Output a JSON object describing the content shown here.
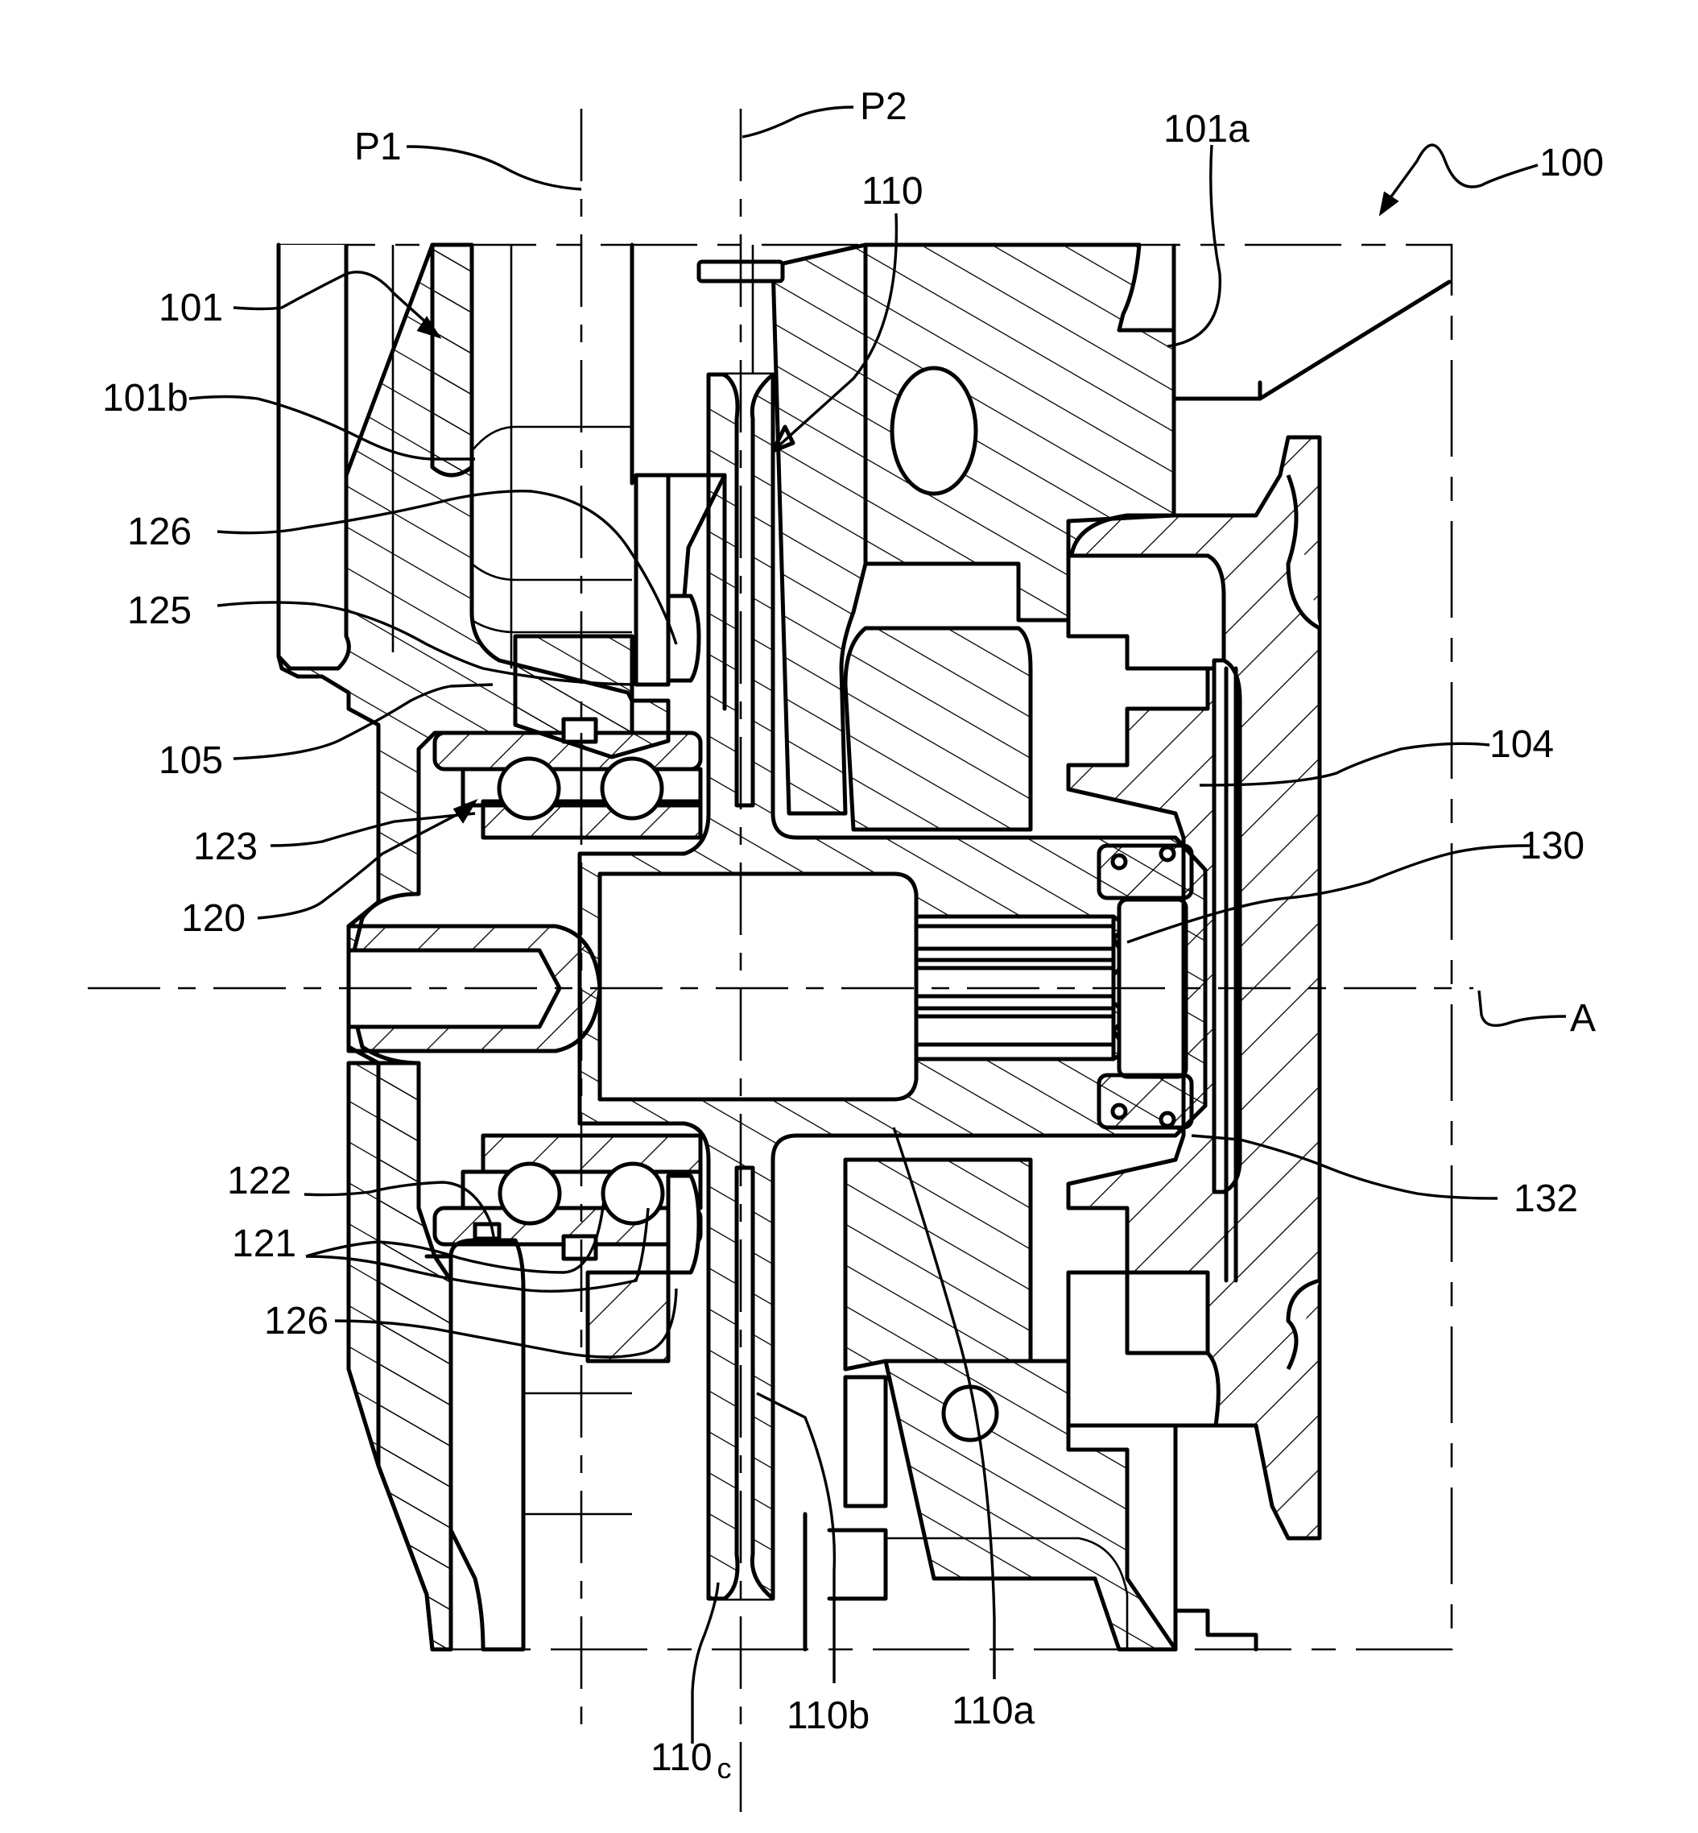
{
  "figure": {
    "type": "cross-section mechanical drawing",
    "subject": "rotor / shaft assembly with bearing"
  },
  "reference_labels": {
    "p1": "P1",
    "p2": "P2",
    "n110": "110",
    "n101a": "101a",
    "n100": "100",
    "n101": "101",
    "n101b": "101b",
    "n126_top": "126",
    "n125": "125",
    "n105": "105",
    "n123": "123",
    "n120": "120",
    "n104": "104",
    "n130": "130",
    "axis_a": "A",
    "n132": "132",
    "n122": "122",
    "n121": "121",
    "n126_bottom": "126",
    "n110c_main": "110",
    "n110c_sub": "c",
    "n110b": "110b",
    "n110a": "110a"
  }
}
